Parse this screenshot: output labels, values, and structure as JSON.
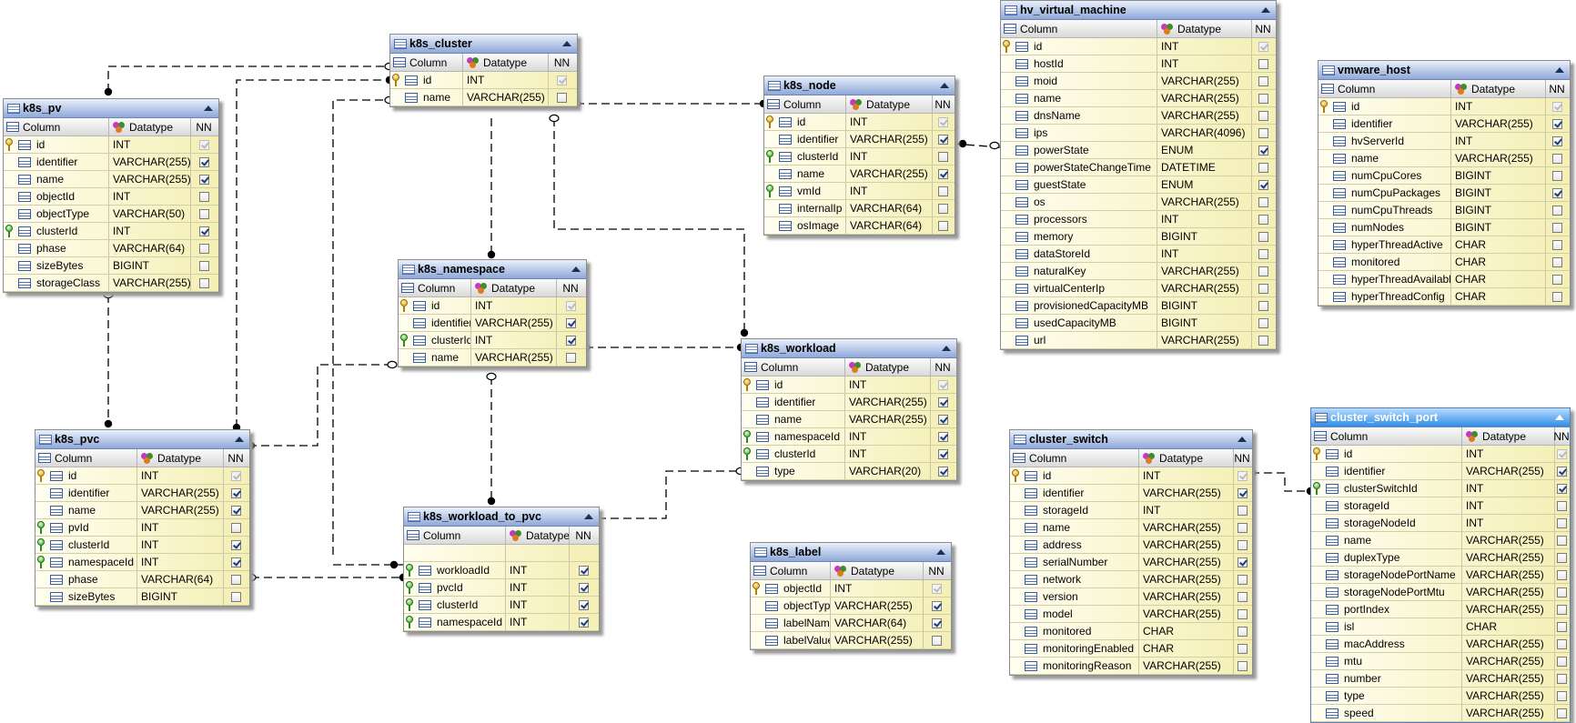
{
  "colors": {
    "header_blue": "#8fa8d8",
    "selected_header": "#2f8de6",
    "row_yellow": "#f4efb4",
    "primary_key": "#d39a12",
    "foreign_key": "#2fa22a"
  },
  "header_labels": {
    "column": "Column",
    "datatype": "Datatype",
    "nn": "NN"
  },
  "tables": [
    {
      "name": "k8s_pv",
      "rows": [
        {
          "key": "pk",
          "col": "id",
          "type": "INT",
          "nn": "gray"
        },
        {
          "key": "",
          "col": "identifier",
          "type": "VARCHAR(255)",
          "nn": "on"
        },
        {
          "key": "",
          "col": "name",
          "type": "VARCHAR(255)",
          "nn": "on"
        },
        {
          "key": "",
          "col": "objectId",
          "type": "INT",
          "nn": "off"
        },
        {
          "key": "",
          "col": "objectType",
          "type": "VARCHAR(50)",
          "nn": "off"
        },
        {
          "key": "fk",
          "col": "clusterId",
          "type": "INT",
          "nn": "on"
        },
        {
          "key": "",
          "col": "phase",
          "type": "VARCHAR(64)",
          "nn": "off"
        },
        {
          "key": "",
          "col": "sizeBytes",
          "type": "BIGINT",
          "nn": "off"
        },
        {
          "key": "",
          "col": "storageClass",
          "type": "VARCHAR(255)",
          "nn": "off"
        }
      ]
    },
    {
      "name": "k8s_cluster",
      "rows": [
        {
          "key": "pk",
          "col": "id",
          "type": "INT",
          "nn": "gray"
        },
        {
          "key": "",
          "col": "name",
          "type": "VARCHAR(255)",
          "nn": "off"
        }
      ]
    },
    {
      "name": "k8s_node",
      "rows": [
        {
          "key": "pk",
          "col": "id",
          "type": "INT",
          "nn": "gray"
        },
        {
          "key": "",
          "col": "identifier",
          "type": "VARCHAR(255)",
          "nn": "on"
        },
        {
          "key": "fk",
          "col": "clusterId",
          "type": "INT",
          "nn": "off"
        },
        {
          "key": "",
          "col": "name",
          "type": "VARCHAR(255)",
          "nn": "on"
        },
        {
          "key": "fk",
          "col": "vmId",
          "type": "INT",
          "nn": "off"
        },
        {
          "key": "",
          "col": "internalIp",
          "type": "VARCHAR(64)",
          "nn": "off"
        },
        {
          "key": "",
          "col": "osImage",
          "type": "VARCHAR(64)",
          "nn": "off"
        }
      ]
    },
    {
      "name": "hv_virtual_machine",
      "rows": [
        {
          "key": "pk",
          "col": "id",
          "type": "INT",
          "nn": "gray"
        },
        {
          "key": "",
          "col": "hostId",
          "type": "INT",
          "nn": "off"
        },
        {
          "key": "",
          "col": "moid",
          "type": "VARCHAR(255)",
          "nn": "off"
        },
        {
          "key": "",
          "col": "name",
          "type": "VARCHAR(255)",
          "nn": "off"
        },
        {
          "key": "",
          "col": "dnsName",
          "type": "VARCHAR(255)",
          "nn": "off"
        },
        {
          "key": "",
          "col": "ips",
          "type": "VARCHAR(4096)",
          "nn": "off"
        },
        {
          "key": "",
          "col": "powerState",
          "type": "ENUM",
          "nn": "on"
        },
        {
          "key": "",
          "col": "powerStateChangeTime",
          "type": "DATETIME",
          "nn": "off"
        },
        {
          "key": "",
          "col": "guestState",
          "type": "ENUM",
          "nn": "on"
        },
        {
          "key": "",
          "col": "os",
          "type": "VARCHAR(255)",
          "nn": "off"
        },
        {
          "key": "",
          "col": "processors",
          "type": "INT",
          "nn": "off"
        },
        {
          "key": "",
          "col": "memory",
          "type": "BIGINT",
          "nn": "off"
        },
        {
          "key": "",
          "col": "dataStoreId",
          "type": "INT",
          "nn": "off"
        },
        {
          "key": "",
          "col": "naturalKey",
          "type": "VARCHAR(255)",
          "nn": "off"
        },
        {
          "key": "",
          "col": "virtualCenterIp",
          "type": "VARCHAR(255)",
          "nn": "off"
        },
        {
          "key": "",
          "col": "provisionedCapacityMB",
          "type": "BIGINT",
          "nn": "off"
        },
        {
          "key": "",
          "col": "usedCapacityMB",
          "type": "BIGINT",
          "nn": "off"
        },
        {
          "key": "",
          "col": "url",
          "type": "VARCHAR(255)",
          "nn": "off"
        }
      ]
    },
    {
      "name": "vmware_host",
      "rows": [
        {
          "key": "pk",
          "col": "id",
          "type": "INT",
          "nn": "gray"
        },
        {
          "key": "",
          "col": "identifier",
          "type": "VARCHAR(255)",
          "nn": "on"
        },
        {
          "key": "",
          "col": "hvServerId",
          "type": "INT",
          "nn": "on"
        },
        {
          "key": "",
          "col": "name",
          "type": "VARCHAR(255)",
          "nn": "off"
        },
        {
          "key": "",
          "col": "numCpuCores",
          "type": "BIGINT",
          "nn": "off"
        },
        {
          "key": "",
          "col": "numCpuPackages",
          "type": "BIGINT",
          "nn": "on"
        },
        {
          "key": "",
          "col": "numCpuThreads",
          "type": "BIGINT",
          "nn": "off"
        },
        {
          "key": "",
          "col": "numNodes",
          "type": "BIGINT",
          "nn": "off"
        },
        {
          "key": "",
          "col": "hyperThreadActive",
          "type": "CHAR",
          "nn": "off"
        },
        {
          "key": "",
          "col": "monitored",
          "type": "CHAR",
          "nn": "off"
        },
        {
          "key": "",
          "col": "hyperThreadAvailable",
          "type": "CHAR",
          "nn": "off"
        },
        {
          "key": "",
          "col": "hyperThreadConfig",
          "type": "CHAR",
          "nn": "off"
        }
      ]
    },
    {
      "name": "k8s_namespace",
      "rows": [
        {
          "key": "pk",
          "col": "id",
          "type": "INT",
          "nn": "gray"
        },
        {
          "key": "",
          "col": "identifier",
          "type": "VARCHAR(255)",
          "nn": "on"
        },
        {
          "key": "fk",
          "col": "clusterId",
          "type": "INT",
          "nn": "on"
        },
        {
          "key": "",
          "col": "name",
          "type": "VARCHAR(255)",
          "nn": "off"
        }
      ]
    },
    {
      "name": "k8s_workload",
      "rows": [
        {
          "key": "pk",
          "col": "id",
          "type": "INT",
          "nn": "gray"
        },
        {
          "key": "",
          "col": "identifier",
          "type": "VARCHAR(255)",
          "nn": "on"
        },
        {
          "key": "",
          "col": "name",
          "type": "VARCHAR(255)",
          "nn": "on"
        },
        {
          "key": "fk",
          "col": "namespaceId",
          "type": "INT",
          "nn": "on"
        },
        {
          "key": "fk",
          "col": "clusterId",
          "type": "INT",
          "nn": "on"
        },
        {
          "key": "",
          "col": "type",
          "type": "VARCHAR(20)",
          "nn": "on"
        }
      ]
    },
    {
      "name": "k8s_pvc",
      "rows": [
        {
          "key": "pk",
          "col": "id",
          "type": "INT",
          "nn": "gray"
        },
        {
          "key": "",
          "col": "identifier",
          "type": "VARCHAR(255)",
          "nn": "on"
        },
        {
          "key": "",
          "col": "name",
          "type": "VARCHAR(255)",
          "nn": "on"
        },
        {
          "key": "fk",
          "col": "pvId",
          "type": "INT",
          "nn": "off"
        },
        {
          "key": "fk",
          "col": "clusterId",
          "type": "INT",
          "nn": "on"
        },
        {
          "key": "fk",
          "col": "namespaceId",
          "type": "INT",
          "nn": "on"
        },
        {
          "key": "",
          "col": "phase",
          "type": "VARCHAR(64)",
          "nn": "off"
        },
        {
          "key": "",
          "col": "sizeBytes",
          "type": "BIGINT",
          "nn": "off"
        }
      ]
    },
    {
      "name": "k8s_workload_to_pvc",
      "gap": true,
      "rows": [
        {
          "key": "fk",
          "col": "workloadId",
          "type": "INT",
          "nn": "on"
        },
        {
          "key": "fk",
          "col": "pvcId",
          "type": "INT",
          "nn": "on"
        },
        {
          "key": "fk",
          "col": "clusterId",
          "type": "INT",
          "nn": "on"
        },
        {
          "key": "fk",
          "col": "namespaceId",
          "type": "INT",
          "nn": "on"
        }
      ]
    },
    {
      "name": "k8s_label",
      "rows": [
        {
          "key": "pk",
          "col": "objectId",
          "type": "INT",
          "nn": "gray"
        },
        {
          "key": "",
          "col": "objectType",
          "type": "VARCHAR(255)",
          "nn": "on"
        },
        {
          "key": "",
          "col": "labelName",
          "type": "VARCHAR(64)",
          "nn": "on"
        },
        {
          "key": "",
          "col": "labelValue",
          "type": "VARCHAR(255)",
          "nn": "off"
        }
      ]
    },
    {
      "name": "cluster_switch",
      "rows": [
        {
          "key": "pk",
          "col": "id",
          "type": "INT",
          "nn": "gray"
        },
        {
          "key": "",
          "col": "identifier",
          "type": "VARCHAR(255)",
          "nn": "on"
        },
        {
          "key": "",
          "col": "storageId",
          "type": "INT",
          "nn": "off"
        },
        {
          "key": "",
          "col": "name",
          "type": "VARCHAR(255)",
          "nn": "off"
        },
        {
          "key": "",
          "col": "address",
          "type": "VARCHAR(255)",
          "nn": "off"
        },
        {
          "key": "",
          "col": "serialNumber",
          "type": "VARCHAR(255)",
          "nn": "on"
        },
        {
          "key": "",
          "col": "network",
          "type": "VARCHAR(255)",
          "nn": "off"
        },
        {
          "key": "",
          "col": "version",
          "type": "VARCHAR(255)",
          "nn": "off"
        },
        {
          "key": "",
          "col": "model",
          "type": "VARCHAR(255)",
          "nn": "off"
        },
        {
          "key": "",
          "col": "monitored",
          "type": "CHAR",
          "nn": "off"
        },
        {
          "key": "",
          "col": "monitoringEnabled",
          "type": "CHAR",
          "nn": "off"
        },
        {
          "key": "",
          "col": "monitoringReason",
          "type": "VARCHAR(255)",
          "nn": "off"
        }
      ]
    },
    {
      "name": "cluster_switch_port",
      "selected": true,
      "rows": [
        {
          "key": "pk",
          "col": "id",
          "type": "INT",
          "nn": "gray"
        },
        {
          "key": "",
          "col": "identifier",
          "type": "VARCHAR(255)",
          "nn": "on"
        },
        {
          "key": "fk",
          "col": "clusterSwitchId",
          "type": "INT",
          "nn": "on"
        },
        {
          "key": "",
          "col": "storageId",
          "type": "INT",
          "nn": "off"
        },
        {
          "key": "",
          "col": "storageNodeId",
          "type": "INT",
          "nn": "off"
        },
        {
          "key": "",
          "col": "name",
          "type": "VARCHAR(255)",
          "nn": "off"
        },
        {
          "key": "",
          "col": "duplexType",
          "type": "VARCHAR(255)",
          "nn": "off"
        },
        {
          "key": "",
          "col": "storageNodePortName",
          "type": "VARCHAR(255)",
          "nn": "off"
        },
        {
          "key": "",
          "col": "storageNodePortMtu",
          "type": "VARCHAR(255)",
          "nn": "off"
        },
        {
          "key": "",
          "col": "portIndex",
          "type": "VARCHAR(255)",
          "nn": "off"
        },
        {
          "key": "",
          "col": "isl",
          "type": "CHAR",
          "nn": "off"
        },
        {
          "key": "",
          "col": "macAddress",
          "type": "VARCHAR(255)",
          "nn": "off"
        },
        {
          "key": "",
          "col": "mtu",
          "type": "VARCHAR(255)",
          "nn": "off"
        },
        {
          "key": "",
          "col": "number",
          "type": "VARCHAR(255)",
          "nn": "off"
        },
        {
          "key": "",
          "col": "type",
          "type": "VARCHAR(255)",
          "nn": "off"
        },
        {
          "key": "",
          "col": "speed",
          "type": "VARCHAR(255)",
          "nn": "off"
        }
      ]
    }
  ]
}
